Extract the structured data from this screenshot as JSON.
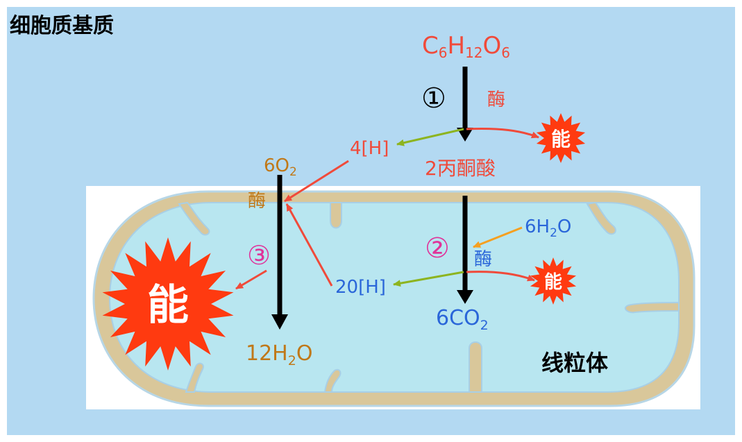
{
  "region_labels": {
    "cytoplasm": "细胞质基质",
    "mitochondrion": "线粒体"
  },
  "stage1": {
    "glucose": "C6H12O6",
    "step_marker": "①",
    "enzyme": "酶",
    "hydrogen": "4[H]",
    "pyruvate": "2丙酮酸",
    "energy": "能"
  },
  "stage2": {
    "step_marker": "②",
    "water_in": "6H2O",
    "enzyme": "酶",
    "hydrogen": "20[H]",
    "co2": "6CO2",
    "energy": "能"
  },
  "stage3": {
    "step_marker": "③",
    "oxygen": "6O2",
    "enzyme": "酶",
    "water_out": "12H2O",
    "energy": "能"
  },
  "colors": {
    "background": "#b3d9f2",
    "membrane": "#d9c79a",
    "matrix": "#b8e6f0",
    "stage1_text": "#f04a3a",
    "stage2_text": "#2a66d9",
    "stage3_text": "#c07818",
    "step_marker": "#e0339a",
    "energy_burst": "#ff3a10",
    "green_arrow": "#8db420",
    "orange_arrow": "#f5a020"
  }
}
